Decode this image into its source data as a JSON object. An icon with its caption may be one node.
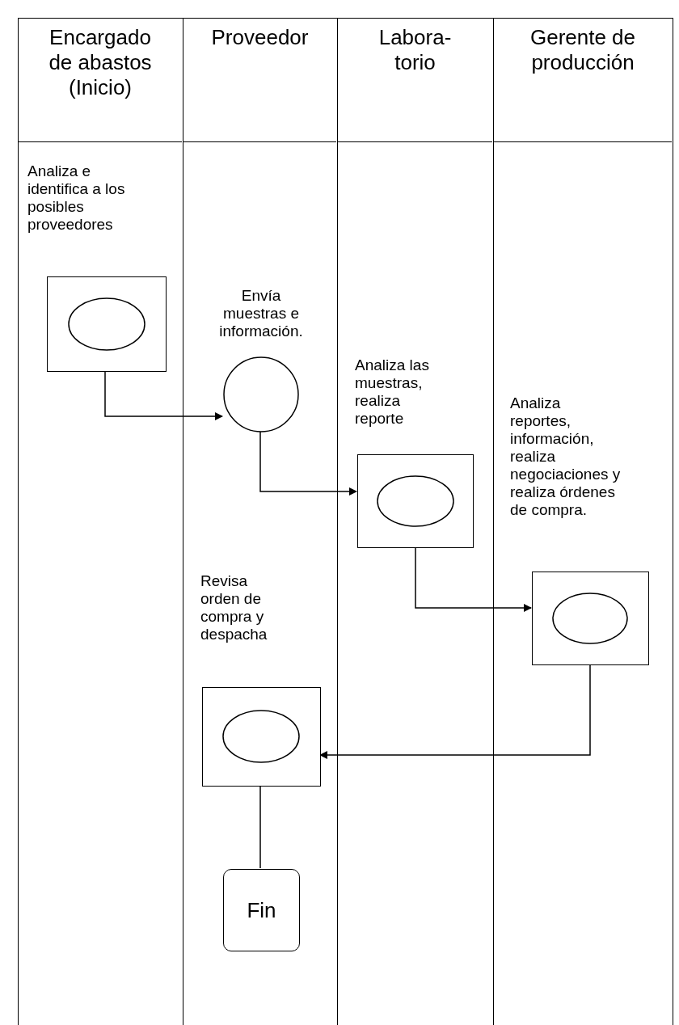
{
  "diagram": {
    "nodes": [
      {
        "text": [
          "Encargado de abastos (Inicio)"
        ]
      },
      {
        "text": [
          "Proveedor"
        ]
      },
      {
        "text": [
          "Labora- torio"
        ]
      },
      {
        "text": [
          "Gerente de producción"
        ]
      },
      {
        "text": [
          "Analiza e identifica a los posibles proveedores"
        ],
        "in": 0
      },
      {
        "text": [],
        "shape": "circle",
        "in": 4
      },
      {
        "text": [
          "Envía muestras e información."
        ],
        "in": 1
      },
      {
        "text": [
          "Analiza las muestras, realiza reporte"
        ],
        "in": 2
      },
      {
        "text": [],
        "shape": "circle",
        "in": 7
      },
      {
        "text": [
          "Analiza reportes, información, realiza negociaciones y realiza órdenes de compra."
        ],
        "in": 3
      },
      {
        "text": [],
        "shape": "circle",
        "in": 9
      },
      {
        "text": [
          "Revisa orden de compra y despacha"
        ],
        "in": 1
      },
      {
        "text": [],
        "shape": "circle",
        "in": 11
      },
      {
        "text": [
          "Fin"
        ],
        "in": 1
      }
    ],
    "edges": [
      {
        "from": 4,
        "to": 6,
        "arrow": "to"
      },
      {
        "from": 6,
        "to": 7,
        "arrow": "to"
      },
      {
        "from": 7,
        "to": 9,
        "arrow": "to"
      },
      {
        "from": 9,
        "to": 11,
        "arrow": "to"
      },
      {
        "from": 11,
        "to": 13,
        "arrow": "none"
      }
    ]
  }
}
